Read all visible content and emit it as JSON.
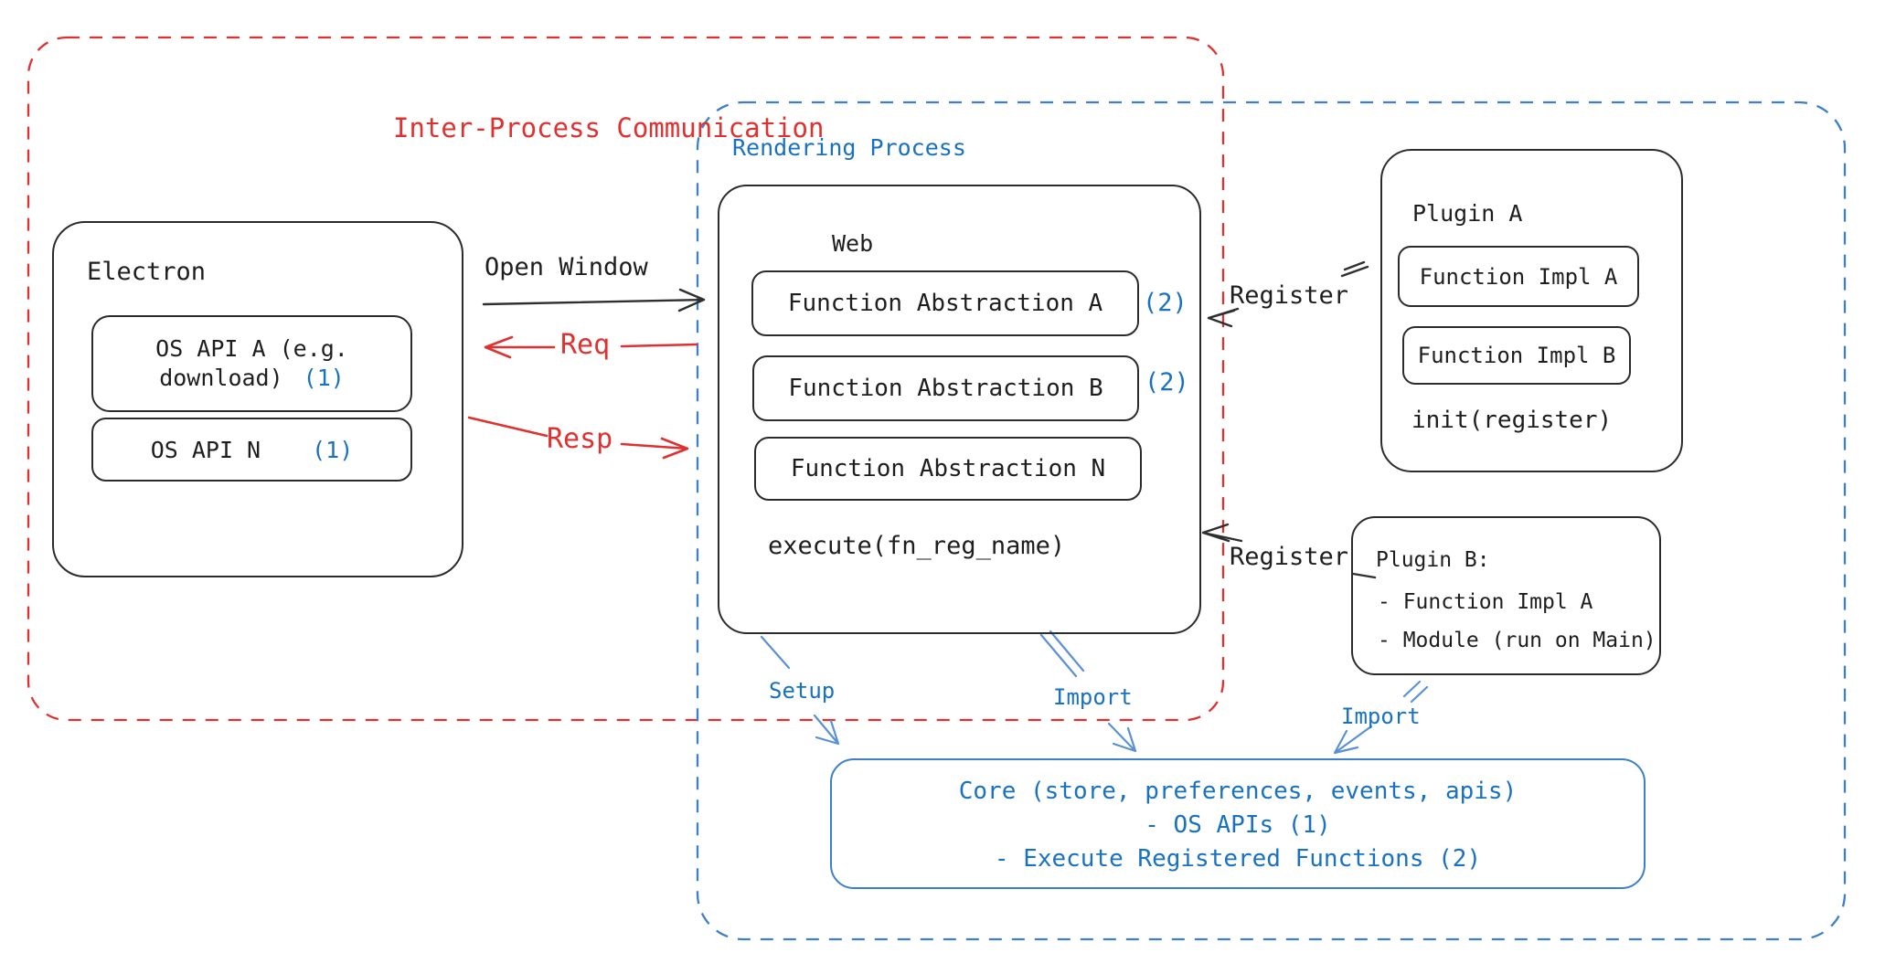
{
  "regions": {
    "ipc": {
      "title": "Inter-Process Communication"
    },
    "rendering": {
      "title": "Rendering Process"
    }
  },
  "electron": {
    "title": "Electron",
    "items": [
      {
        "label": "OS API A (e.g. download)",
        "badge": "(1)"
      },
      {
        "label": "OS API N",
        "badge": "(1)"
      }
    ]
  },
  "web": {
    "title": "Web",
    "items": [
      {
        "label": "Function Abstraction A",
        "badge": "(2)"
      },
      {
        "label": "Function Abstraction B",
        "badge": "(2)"
      },
      {
        "label": "Function Abstraction N",
        "badge": ""
      }
    ],
    "footer": "execute(fn_reg_name)"
  },
  "plugin_a": {
    "title": "Plugin A",
    "items": [
      {
        "label": "Function Impl A"
      },
      {
        "label": "Function Impl B"
      }
    ],
    "footer": "init(register)"
  },
  "plugin_b": {
    "title": "Plugin B:",
    "lines": [
      "- Function Impl A",
      "- Module (run on Main)"
    ]
  },
  "core": {
    "lines": [
      "Core (store, preferences, events, apis)",
      "- OS APIs (1)",
      "- Execute Registered Functions (2)"
    ]
  },
  "labels": {
    "open_window": "Open Window",
    "req": "Req",
    "resp": "Resp",
    "register_top": "Register",
    "register_bottom": "Register",
    "setup": "Setup",
    "import_left": "Import",
    "import_right": "Import"
  },
  "colors": {
    "red": "#e03131",
    "blue": "#1971c2",
    "ink": "#1e1e1e"
  }
}
